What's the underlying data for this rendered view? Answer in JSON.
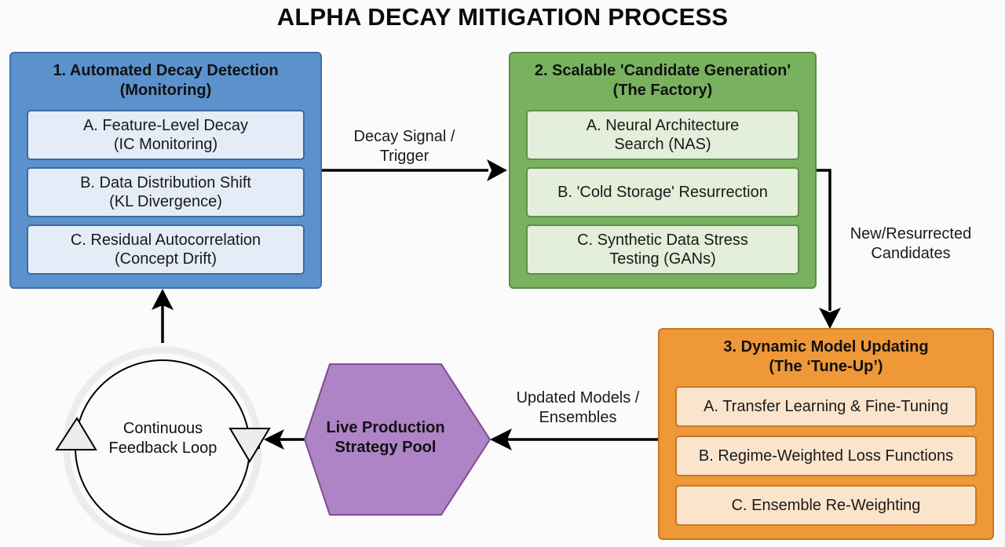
{
  "title": "ALPHA DECAY MITIGATION PROCESS",
  "colors": {
    "detection": "#5b92cd",
    "generation": "#79b25f",
    "updating": "#ef9838",
    "pool": "#ae84c6",
    "arrow": "#000000"
  },
  "stages": [
    {
      "heading_line1": "1. Automated Decay Detection",
      "heading_line2": "(Monitoring)",
      "items": [
        {
          "line1": "A. Feature-Level Decay",
          "line2": "(IC Monitoring)"
        },
        {
          "line1": "B. Data Distribution Shift",
          "line2": "(KL Divergence)"
        },
        {
          "line1": "C. Residual Autocorrelation",
          "line2": "(Concept Drift)"
        }
      ]
    },
    {
      "heading_line1": "2. Scalable 'Candidate Generation'",
      "heading_line2": "(The Factory)",
      "items": [
        {
          "line1": "A. Neural Architecture",
          "line2": "Search (NAS)"
        },
        {
          "line1": "B. 'Cold Storage' Resurrection",
          "line2": ""
        },
        {
          "line1": "C. Synthetic Data Stress",
          "line2": "Testing (GANs)"
        }
      ]
    },
    {
      "heading_line1": "3. Dynamic Model Updating",
      "heading_line2": "(The ‘Tune-Up’)",
      "items": [
        {
          "line1": "A. Transfer Learning & Fine-Tuning",
          "line2": ""
        },
        {
          "line1": "B. Regime-Weighted Loss Functions",
          "line2": ""
        },
        {
          "line1": "C. Ensemble Re-Weighting",
          "line2": ""
        }
      ]
    }
  ],
  "connectors": {
    "decay_signal": {
      "line1": "Decay Signal /",
      "line2": "Trigger"
    },
    "candidates": {
      "line1": "New/Resurrected",
      "line2": "Candidates"
    },
    "updated_models": {
      "line1": "Updated Models /",
      "line2": "Ensembles"
    }
  },
  "pool": {
    "line1": "Live Production",
    "line2": "Strategy Pool"
  },
  "feedback_loop": {
    "line1": "Continuous",
    "line2": "Feedback Loop"
  },
  "icons": {
    "watermark": "sparkle-icon",
    "loop": "cycle-arrows-icon"
  }
}
